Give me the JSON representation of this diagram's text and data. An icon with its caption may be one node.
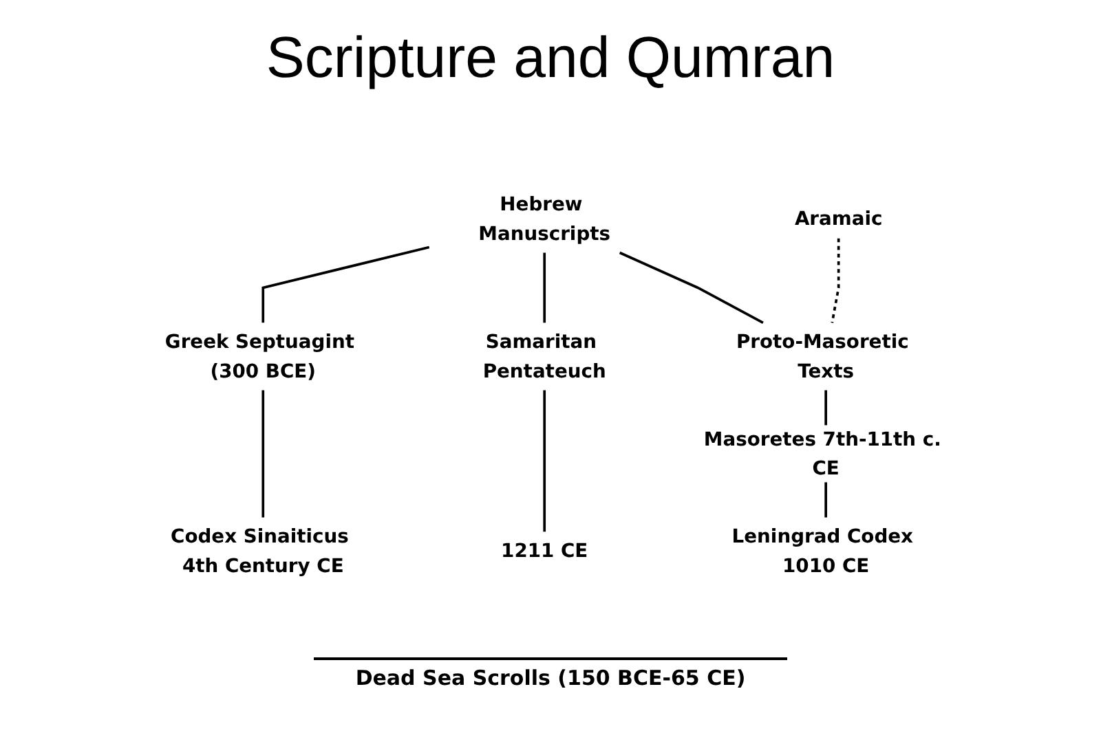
{
  "diagram": {
    "title": "Scripture and Qumran",
    "nodes": [
      {
        "text": [
          "Hebrew Manuscripts"
        ]
      },
      {
        "text": [
          "Aramaic"
        ]
      },
      {
        "text": [
          "Greek Septuagint (300 BCE)"
        ]
      },
      {
        "text": [
          "Samaritan Pentateuch"
        ]
      },
      {
        "text": [
          "Proto-Masoretic Texts"
        ]
      },
      {
        "text": [
          "Codex Sinaiticus 4th Century CE"
        ]
      },
      {
        "text": [
          "1211 CE"
        ]
      },
      {
        "text": [
          "Leningrad Codex 1010 CE"
        ]
      }
    ],
    "edges": [
      {
        "from": 0,
        "to": 2,
        "arrow": "none"
      },
      {
        "from": 0,
        "to": 3,
        "arrow": "none"
      },
      {
        "from": 0,
        "to": 4,
        "arrow": "none"
      },
      {
        "from": 1,
        "to": 4,
        "arrow": "none",
        "style": "dashed"
      },
      {
        "from": 2,
        "to": 5,
        "arrow": "none"
      },
      {
        "from": 3,
        "to": 6,
        "arrow": "none"
      },
      {
        "from": 4,
        "to": 7,
        "arrow": "none",
        "label": "Masoretes 7th-11th c. CE"
      }
    ],
    "labels": [
      "Dead Sea Scrolls (150 BCE-65 CE)"
    ]
  }
}
